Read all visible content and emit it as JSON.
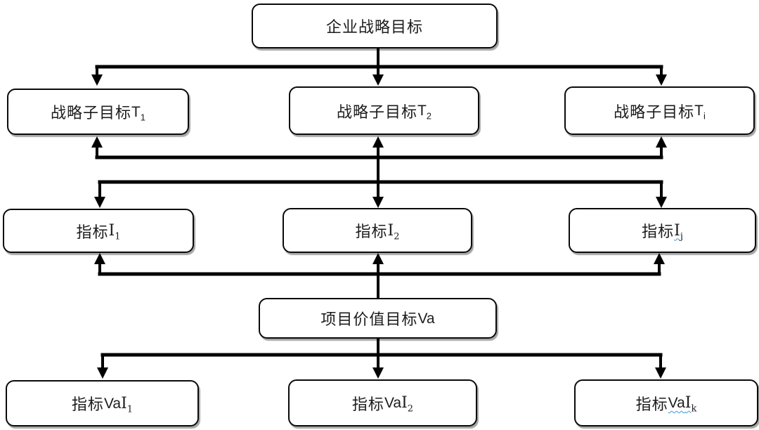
{
  "colors": {
    "background": "#ffffff",
    "line": "#000000",
    "box_border": "#000000",
    "squiggle_underline": "#3b9bd5"
  },
  "boxes": {
    "root": {
      "zh": "企业战略目标"
    },
    "t1": {
      "zh": "战略子目标 ",
      "latin_sans": "T",
      "sub": "1"
    },
    "t2": {
      "zh": "战略子目标 ",
      "latin_sans": "T",
      "sub": "2"
    },
    "ti": {
      "zh": "战略子目标 ",
      "latin_sans": "T",
      "sub": "i"
    },
    "i1": {
      "zh": "指标 ",
      "latin_serif": "I",
      "sub": "1"
    },
    "i2": {
      "zh": "指标 ",
      "latin_serif": "I",
      "sub": "2"
    },
    "ij": {
      "zh": "指标 ",
      "latin_serif": "I",
      "sub": "j",
      "squiggle": true
    },
    "va": {
      "zh": "项目价值目标 ",
      "latin_sans": "Va"
    },
    "vai1": {
      "zh": "指标 ",
      "latin_sans": "Va",
      "latin_serif": "I",
      "sub": "1"
    },
    "vai2": {
      "zh": "指标 ",
      "latin_sans": "Va",
      "latin_serif": "I",
      "sub": "2"
    },
    "vaik": {
      "zh": "指标 ",
      "latin_sans": "Va",
      "latin_serif": "I",
      "sub": "k",
      "squiggle": true
    }
  }
}
